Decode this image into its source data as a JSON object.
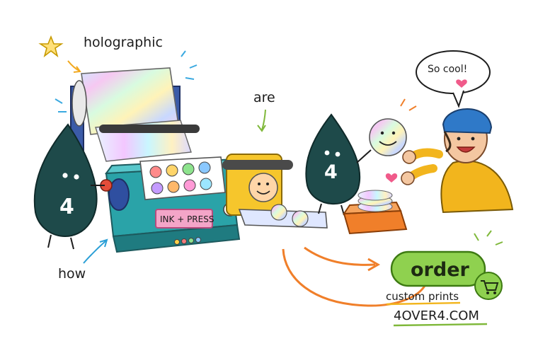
{
  "labels": {
    "holographic": "holographic",
    "are": "are",
    "how": "how",
    "speech": "So cool!"
  },
  "machine": {
    "panel_text": "INK + PRESS",
    "mascot_number": "4"
  },
  "mascot2": {
    "number": "4"
  },
  "cta": {
    "order": "order",
    "subtitle": "custom prints",
    "site": "4OVER4.COM"
  },
  "colors": {
    "mascot": "#1e4a4a",
    "press_body": "#2aa3a8",
    "press_frame": "#2f4fa0",
    "panel": "#f3a5c8",
    "cta_green": "#8fd14f",
    "accent_orange": "#f07f2a",
    "hat_blue": "#2f79c8",
    "jacket_yellow": "#f2b51d"
  },
  "icons": [
    "star-icon",
    "cart-icon",
    "heart-icon",
    "smiley-sticker-icon",
    "arrow-icon"
  ]
}
